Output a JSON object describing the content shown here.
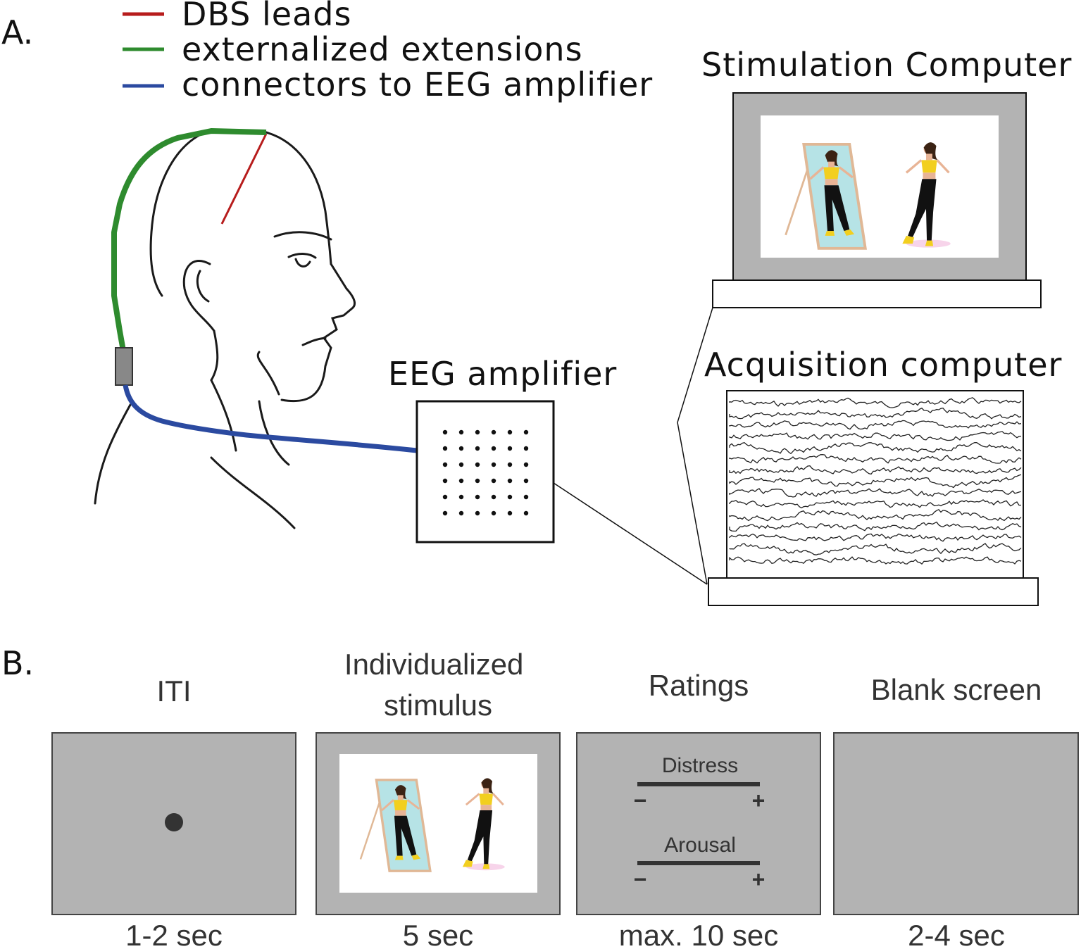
{
  "panel_a": {
    "letter": "A.",
    "legend": [
      {
        "label": "DBS leads",
        "color": "#b71c1c"
      },
      {
        "label": "externalized extensions",
        "color": "#2e8b2e"
      },
      {
        "label": "connectors to EEG amplifier",
        "color": "#2b4aa0"
      }
    ],
    "stimulation_computer": "Stimulation Computer",
    "acquisition_computer": "Acquisition computer",
    "eeg_amplifier": "EEG amplifier"
  },
  "panel_b": {
    "letter": "B.",
    "steps": [
      {
        "title": "ITI",
        "duration": "1-2 sec"
      },
      {
        "title": "Individualized\nstimulus",
        "duration": "5 sec"
      },
      {
        "title": "Ratings",
        "duration": "max. 10 sec"
      },
      {
        "title": "Blank screen",
        "duration": "2-4 sec"
      }
    ],
    "ratings": [
      {
        "label": "Distress",
        "minus": "−",
        "plus": "+"
      },
      {
        "label": "Arousal",
        "minus": "−",
        "plus": "+"
      }
    ]
  },
  "colors": {
    "screen_gray": "#b3b3b3",
    "mirror_blue": "#b6e3e6",
    "mirror_frame": "#e0b896",
    "top_yellow": "#f2cf1f",
    "skin": "#e8b496",
    "pants": "#111111"
  }
}
